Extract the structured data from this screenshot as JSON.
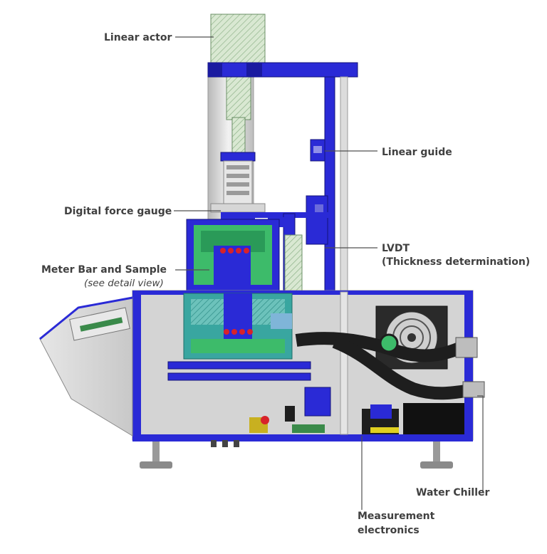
{
  "labels": {
    "linear_actor": "Linear actor",
    "linear_guide": "Linear guide",
    "digital_force_gauge": "Digital force gauge",
    "meter_bar_line1": "Meter Bar and Sample",
    "meter_bar_line2": "(see detail view)",
    "lvdt_line1": "LVDT",
    "lvdt_line2": "(Thickness determination)",
    "water_chiller": "Water Chiller",
    "measurement_line1": "Measurement",
    "measurement_line2": "electronics"
  },
  "colors": {
    "frame_blue": "#2a2ad6",
    "dark_blue": "#1a1aa0",
    "grey_body": "#d6d6d6",
    "light_grey": "#ececec",
    "teal": "#39a6a0",
    "green": "#3dbb6a",
    "hatch_green": "#cfe3c7",
    "red_heater": "#d8222a",
    "hose_black": "#1e1e1e",
    "leader_grey": "#505050"
  }
}
